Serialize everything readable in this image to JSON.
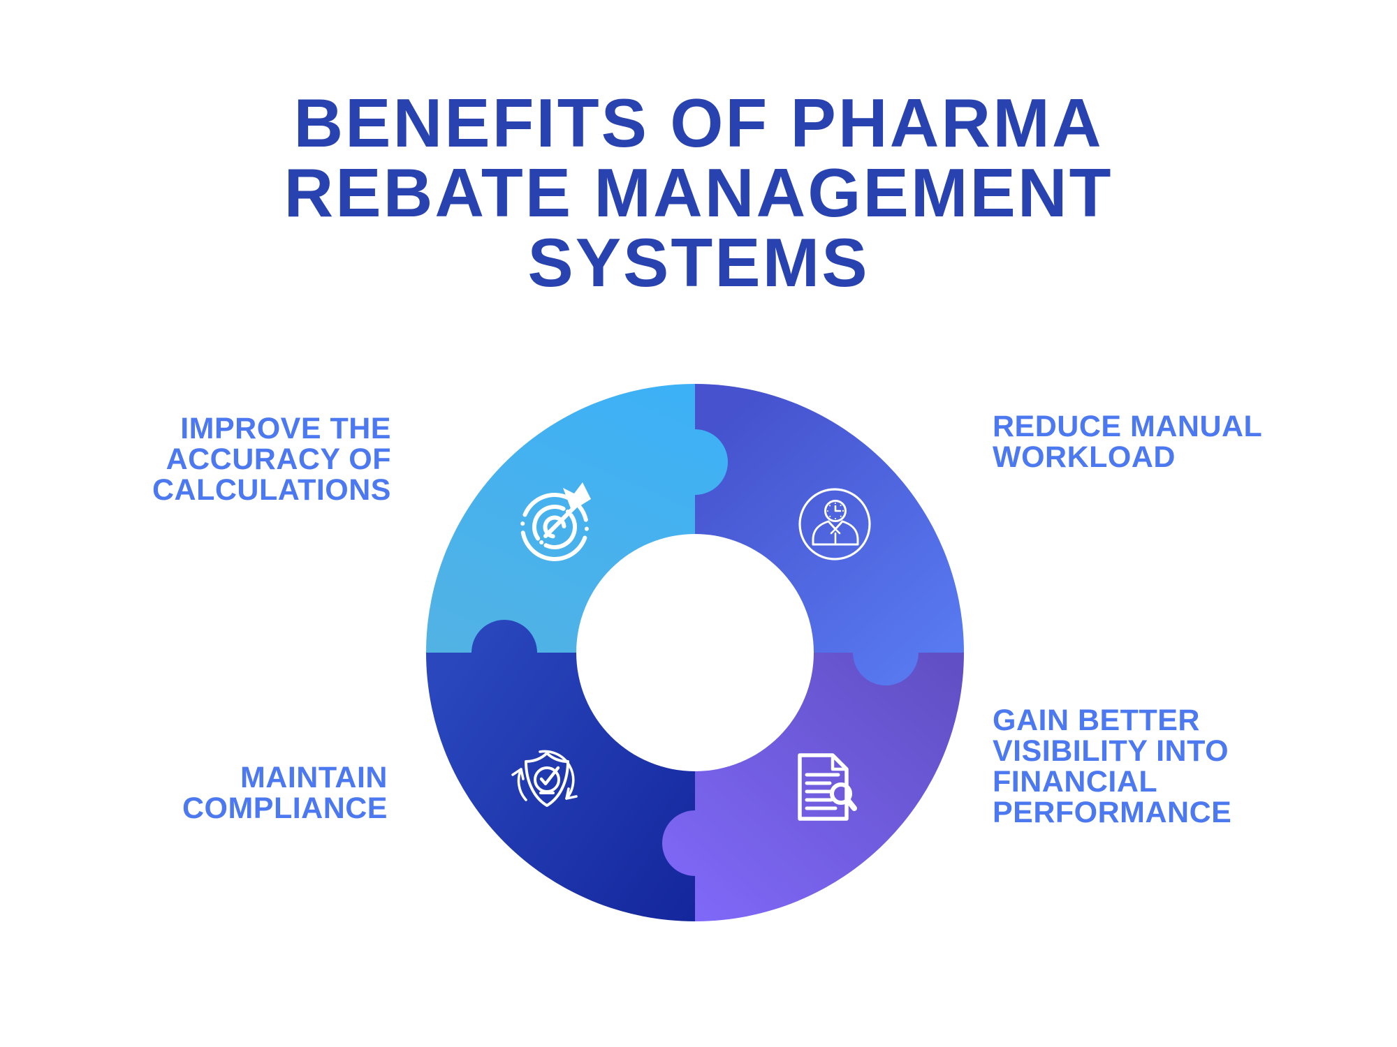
{
  "page": {
    "background_color": "#FFFFFF",
    "icon_stroke_color": "#FFFFFF"
  },
  "title": {
    "lines": [
      "BENEFITS OF PHARMA",
      "REBATE MANAGEMENT",
      "SYSTEMS"
    ],
    "color": "#2843AF"
  },
  "labels": {
    "color": "#4C79F0"
  },
  "benefits": [
    {
      "position": "top-left",
      "label_lines": [
        "IMPROVE THE",
        "ACCURACY OF",
        "CALCULATIONS"
      ],
      "icon": "target-icon",
      "piece_gradient": [
        "#3CB1F7",
        "#5CB2DB"
      ]
    },
    {
      "position": "top-right",
      "label_lines": [
        "REDUCE MANUAL",
        "WORKLOAD"
      ],
      "icon": "person-clock-icon",
      "piece_gradient": [
        "#4652CE",
        "#5C82F8"
      ]
    },
    {
      "position": "bottom-left",
      "label_lines": [
        "MAINTAIN",
        "COMPLIANCE"
      ],
      "icon": "shield-check-icon",
      "piece_gradient": [
        "#2A47BE",
        "#0E1D92"
      ]
    },
    {
      "position": "bottom-right",
      "label_lines": [
        "GAIN BETTER",
        "VISIBILITY INTO",
        "FINANCIAL",
        "PERFORMANCE"
      ],
      "icon": "document-search-icon",
      "piece_gradient": [
        "#6150C5",
        "#7F68F7"
      ]
    }
  ]
}
